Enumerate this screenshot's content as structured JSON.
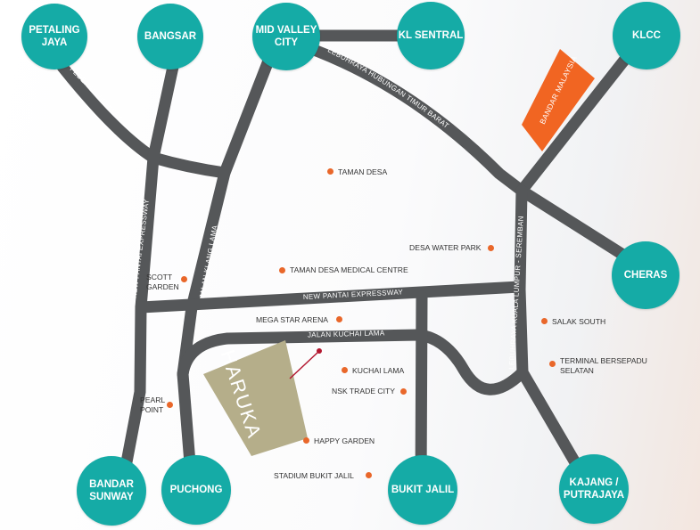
{
  "colors": {
    "hub": "#15aba6",
    "road": "#555759",
    "poi_dot": "#e9672a",
    "bandar_malaysia": "#f16522",
    "haruka": "#b5ae8a",
    "pointer": "#b3172f"
  },
  "hubs": {
    "petaling_jaya": "PETALING\nJAYA",
    "bangsar": "BANGSAR",
    "mid_valley": "MID VALLEY\nCITY",
    "kl_sentral": "KL SENTRAL",
    "klcc": "KLCC",
    "cheras": "CHERAS",
    "bandar_sunway": "BANDAR\nSUNWAY",
    "puchong": "PUCHONG",
    "bukit_jalil": "BUKIT JALIL",
    "kajang": "KAJANG /\nPUTRAJAYA"
  },
  "roads": {
    "federal_highway": "FEDERAL HIGHWAY",
    "lebuhraya_hubungan": "LEBUHRAYA HUBUNGAN TIMUR BARAT",
    "new_pantai_vertical": "NEW PANTAI EXPRESSWAY",
    "jalan_klang_lama": "JALAN KLANG LAMA",
    "new_pantai_horizontal": "NEW PANTAI EXPRESSWAY",
    "lebuhraya_klse": "LEBUHRAYA KUALA LUMPUR - SEREMBAN",
    "jalan_kuchai_lama": "JALAN KUCHAI LAMA"
  },
  "areas": {
    "bandar_malaysia": "BANDAR MALAYSIA",
    "haruka": "HARUKA"
  },
  "pois": {
    "taman_desa": "TAMAN DESA",
    "desa_water_park": "DESA WATER PARK",
    "taman_desa_medical": "TAMAN DESA MEDICAL CENTRE",
    "scott_garden": "SCOTT\nGARDEN",
    "mega_star_arena": "MEGA STAR ARENA",
    "salak_south": "SALAK SOUTH",
    "terminal_bersepadu": "TERMINAL BERSEPADU\nSELATAN",
    "kuchai_lama": "KUCHAI LAMA",
    "nsk_trade_city": "NSK TRADE CITY",
    "pearl_point": "PEARL\nPOINT",
    "happy_garden": "HAPPY GARDEN",
    "stadium_bukit_jalil": "STADIUM BUKIT JALIL"
  }
}
